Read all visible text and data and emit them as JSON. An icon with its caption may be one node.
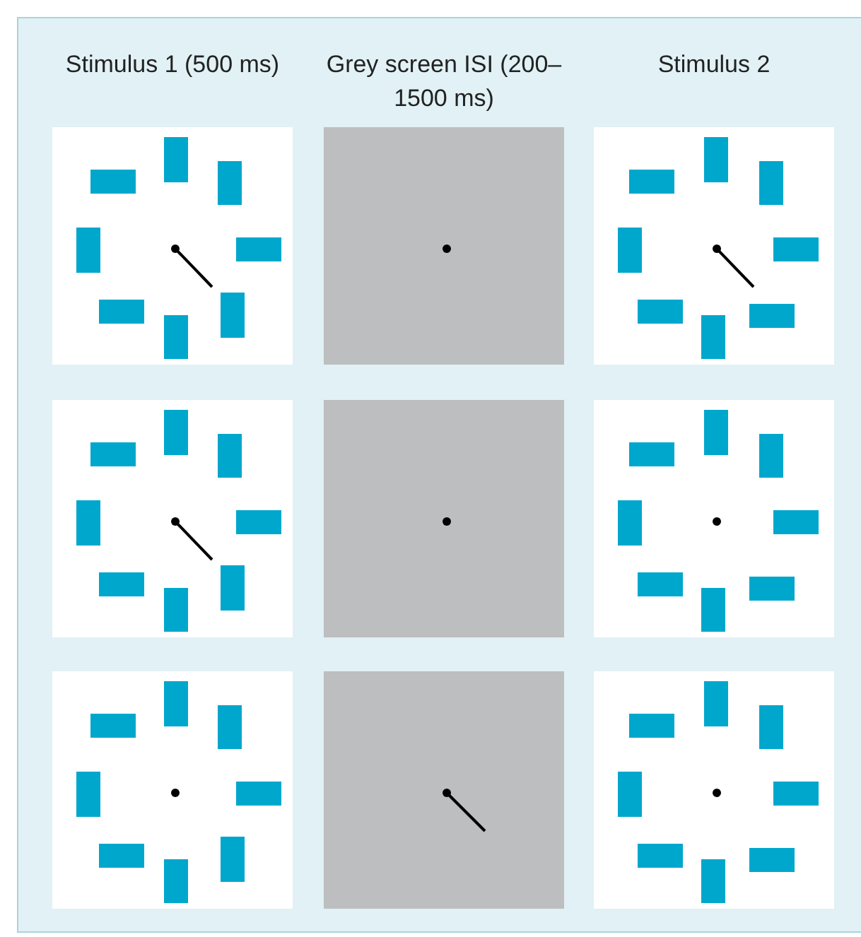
{
  "diagram": {
    "labels": [
      "Stimulus 1 (500 ms)",
      "Grey screen ISI (200–1500 ms)",
      "Stimulus 2"
    ]
  }
}
